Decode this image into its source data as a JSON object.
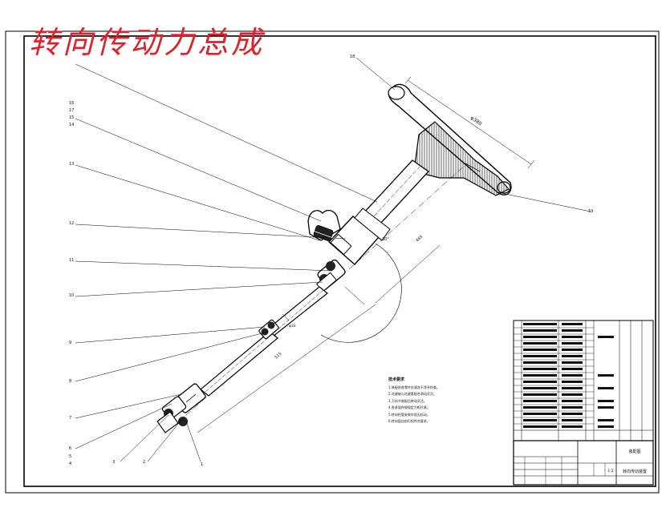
{
  "title": "转向传动力总成",
  "notes": {
    "heading": "技术要求",
    "items": [
      "1.装配前各零件应清洗干净并检查。",
      "2.花键轴与花键套配合滑动灵活。",
      "3.万向节装配后转动灵活。",
      "4.各紧固件按规定力矩拧紧。",
      "5.转向柱管安装牢固无松动。",
      "6.转向盘自由行程符合要求。"
    ]
  },
  "balloons_left": [
    "16",
    "17",
    "15",
    "14",
    "13",
    "12",
    "11",
    "10",
    "9",
    "8",
    "7",
    "6",
    "5",
    "4"
  ],
  "balloons_bottom": [
    "3",
    "2",
    "1"
  ],
  "balloons_right": [
    "18",
    "19"
  ],
  "dimensions": [
    "φ380",
    "30°",
    "465",
    "515",
    "φ32"
  ],
  "title_block": {
    "part_name": "转向传动装置",
    "sheet_label": "装配图",
    "scale": "1:2"
  }
}
